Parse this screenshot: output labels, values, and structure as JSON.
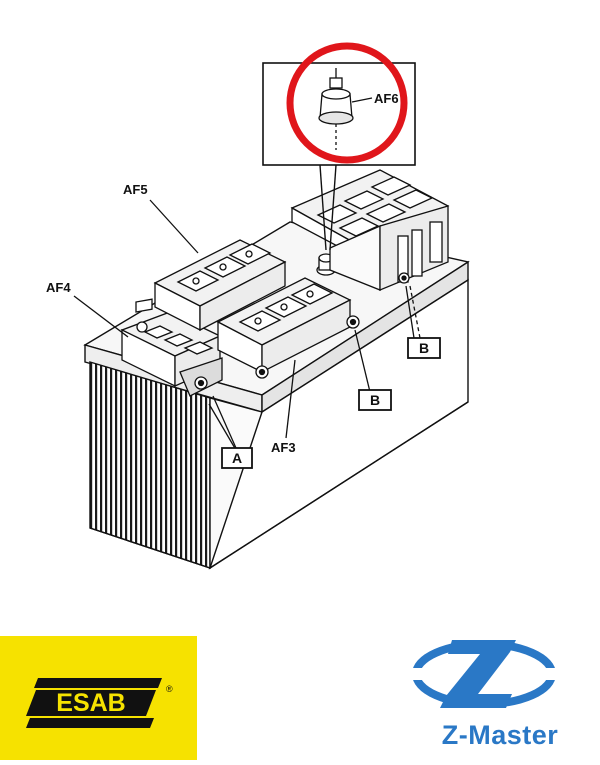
{
  "diagram": {
    "labels": {
      "af3": "AF3",
      "af4": "AF4",
      "af5": "AF5",
      "af6": "AF6"
    },
    "callouts": {
      "a": "A",
      "b_right": "B",
      "b_center": "B"
    },
    "highlight_color": "#e0161b"
  },
  "logos": {
    "esab": {
      "text": "ESAB",
      "mark": "®",
      "background": "#f6e200"
    },
    "zmaster": {
      "text": "Z-Master",
      "color": "#2a78c6"
    }
  }
}
